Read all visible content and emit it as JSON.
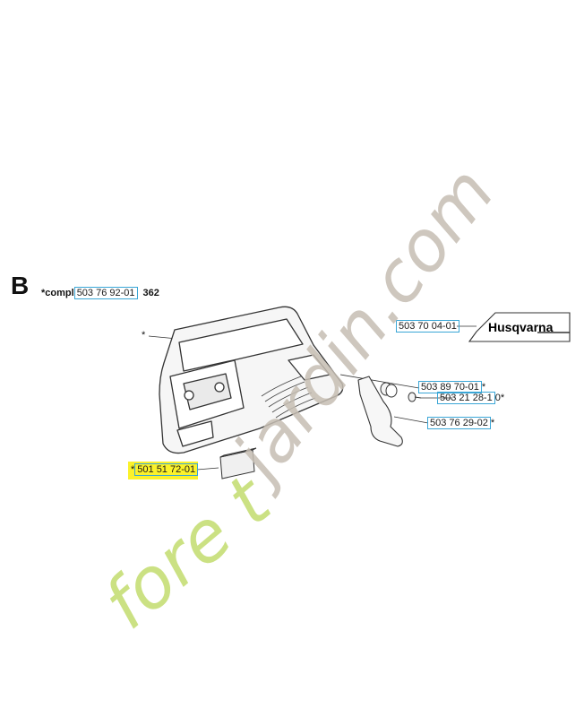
{
  "section": {
    "letter": "B",
    "compl_prefix": "*compl",
    "compl_part": "503 76 92-01",
    "model": "362"
  },
  "parts": {
    "main_cover_marker": "*",
    "decal": {
      "number": "503 70 04-01",
      "text": "Husqvarna"
    },
    "nut": {
      "number": "503 89 70-01",
      "suffix": "*"
    },
    "screw": {
      "number": "503 21 28-1",
      "suffix": "0*"
    },
    "plate": {
      "number": "503 76 29-02",
      "suffix": "*"
    },
    "filter_pad": {
      "number": "501 51 72-01",
      "prefix": "*"
    }
  },
  "watermark": {
    "text_grey": "jardin.com",
    "text_green": "fore t",
    "brand_colors": {
      "green": "#c3dc6e",
      "grey": "#c6beb3"
    }
  },
  "colors": {
    "callout_border": "#3aa6d6",
    "highlight": "#fbf22a",
    "line": "#333333",
    "part_fill": "#f4f4f4"
  }
}
